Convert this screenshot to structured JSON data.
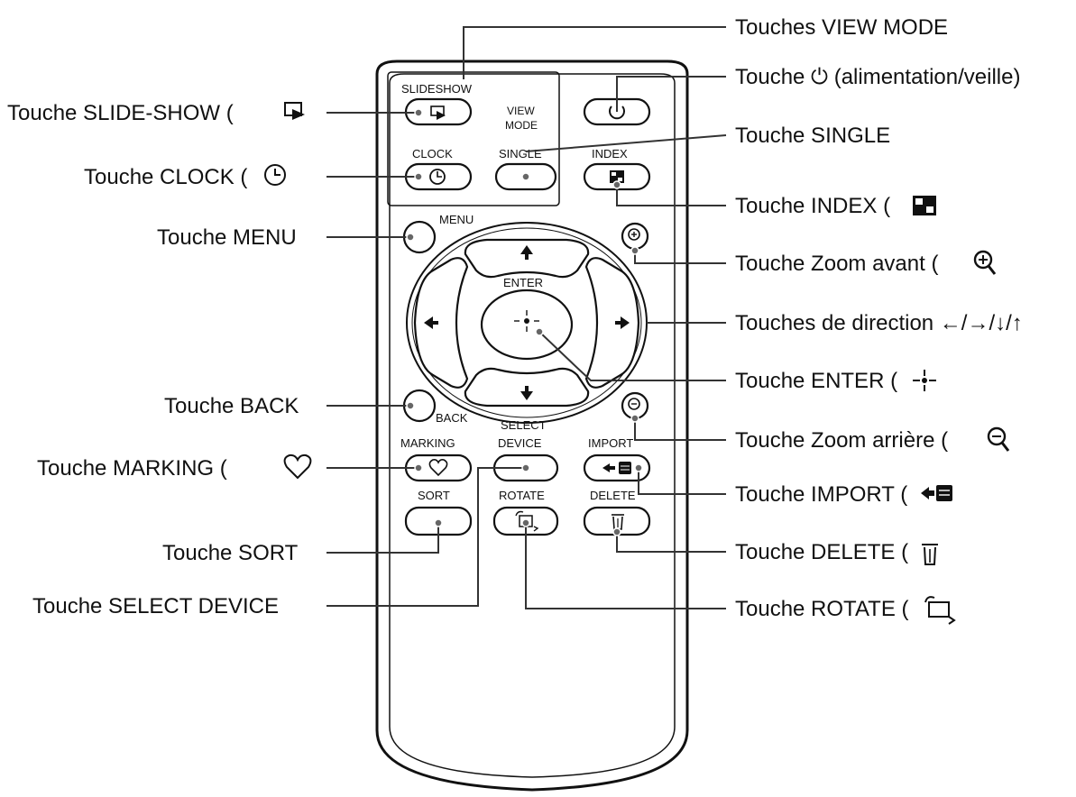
{
  "callouts_right": {
    "view_mode": "Touches VIEW MODE",
    "power": "Touche ⏻ (alimentation/veille)",
    "single": "Touche SINGLE",
    "index": "Touche INDEX (",
    "zoom_in": "Touche Zoom avant (",
    "direction": "Touches de direction ←/→/↓/↑",
    "enter": "Touche ENTER (",
    "zoom_out": "Touche Zoom arrière (",
    "import": "Touche IMPORT (",
    "delete": "Touche DELETE (",
    "rotate": "Touche ROTATE ("
  },
  "callouts_left": {
    "slideshow": "Touche SLIDE-SHOW (",
    "clock": "Touche CLOCK (",
    "menu": "Touche MENU",
    "back": "Touche BACK",
    "marking": "Touche MARKING (",
    "sort": "Touche SORT",
    "select_device": "Touche SELECT DEVICE"
  },
  "remote_labels": {
    "slideshow": "SLIDESHOW",
    "view": "VIEW",
    "mode": "MODE",
    "clock": "CLOCK",
    "single": "SINGLE",
    "index": "INDEX",
    "menu": "MENU",
    "enter": "ENTER",
    "back": "BACK",
    "select": "SELECT",
    "device": "DEVICE",
    "marking": "MARKING",
    "import": "IMPORT",
    "sort": "SORT",
    "rotate": "ROTATE",
    "delete": "DELETE"
  },
  "icons": {
    "power": "power-icon",
    "slideshow": "slideshow-icon",
    "clock": "clock-icon",
    "index": "index-grid-icon",
    "zoom_in": "zoom-in-icon",
    "zoom_out": "zoom-out-icon",
    "enter": "enter-target-icon",
    "marking": "heart-icon",
    "import": "import-card-icon",
    "delete": "trash-icon",
    "rotate": "rotate-icon",
    "arrows": "arrow-icons"
  }
}
